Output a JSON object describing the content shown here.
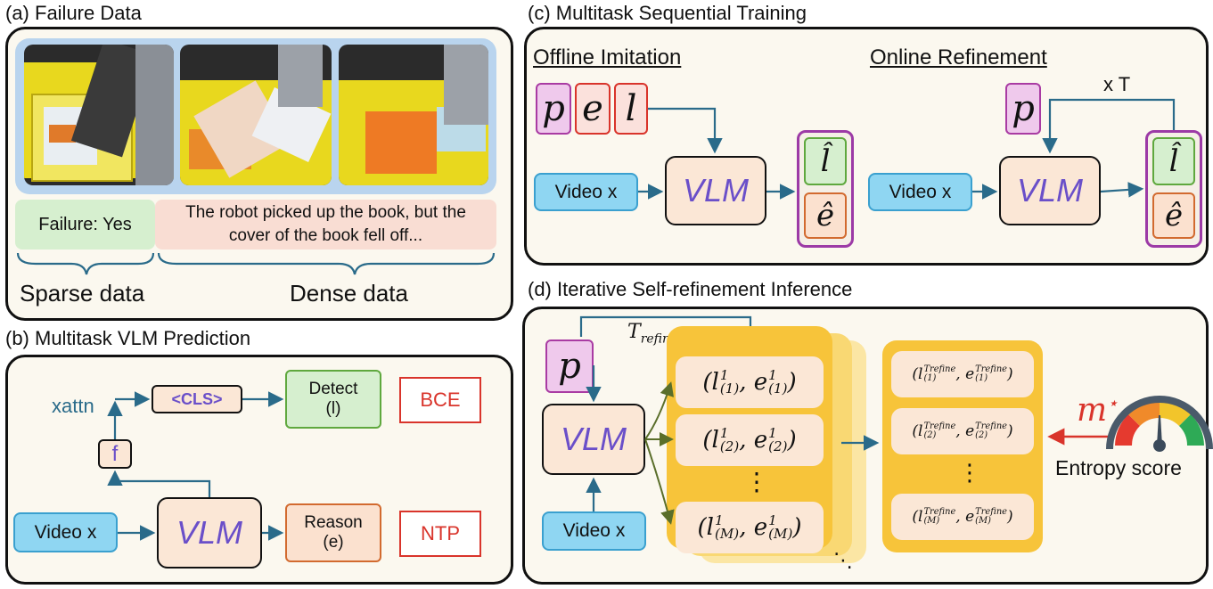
{
  "panel_a": {
    "title": "(a) Failure Data",
    "failure_label": "Failure: Yes",
    "description": "The robot picked up the book, but the cover of the book fell off...",
    "sparse_label": "Sparse data",
    "dense_label": "Dense data"
  },
  "panel_b": {
    "title": "(b) Multitask VLM Prediction",
    "xattn": "xattn",
    "cls": "<CLS>",
    "f": "f",
    "detect_line1": "Detect",
    "detect_line2": "(l)",
    "reason_line1": "Reason",
    "reason_line2": "(e)",
    "bce": "BCE",
    "ntp": "NTP",
    "vlm": "VLM",
    "video": "Video x"
  },
  "panel_c": {
    "title": "(c) Multitask Sequential Training",
    "offline": "Offline Imitation",
    "online": "Online Refinement",
    "p": "p",
    "e": "e",
    "l": "l",
    "l_hat": "l̂",
    "e_hat": "ê",
    "vlm": "VLM",
    "video": "Video x",
    "loop": "x T"
  },
  "panel_d": {
    "title": "(d) Iterative Self-refinement Inference",
    "p": "p",
    "vlm": "VLM",
    "video": "Video x",
    "t_refine": "T",
    "t_refine_sub": "refine",
    "tuple_l": "l",
    "tuple_e": "e",
    "tuple_sup": "1",
    "tuple_subs": [
      "(1)",
      "(2)",
      "(M)"
    ],
    "out_sup": "Trefine",
    "dots": "⋮",
    "m_star": "m",
    "m_star_sup": "⋆",
    "entropy": "Entropy score"
  },
  "colors": {
    "vlm_fill": "#fbe7d6",
    "video_fill": "#8fd6f2",
    "arrow": "#2a6b8a",
    "yellow": "#f7c02a",
    "red": "#d9342b",
    "purple_text": "#6a4fc9"
  }
}
